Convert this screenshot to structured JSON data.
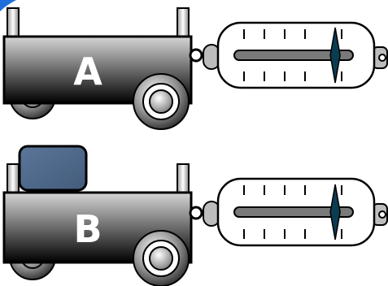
{
  "diagram": {
    "colors": {
      "accent_blue": "#1e6fd9",
      "cart_body_top": "#d2d2d2",
      "cart_body_bottom": "#000000",
      "block": "#4f6b8f",
      "spring_scale_pointer": "#0b3d52",
      "spring_scale_bar": "#7a7a7a"
    },
    "carts": [
      {
        "id": "A",
        "label": "A",
        "has_block": false,
        "scale_reading": 0.85
      },
      {
        "id": "B",
        "label": "B",
        "has_block": true,
        "scale_reading": 0.85
      }
    ]
  }
}
